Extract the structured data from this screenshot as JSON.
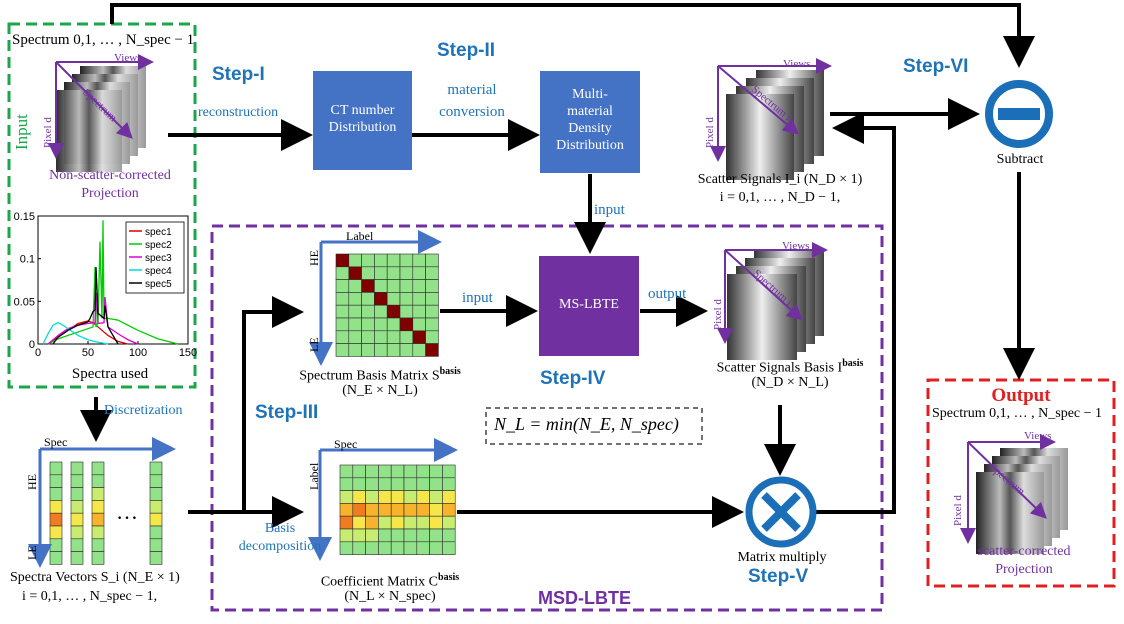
{
  "input": {
    "label": "Input",
    "spectrum_title": "Spectrum 0,1, … , N_spec − 1",
    "proj_axis_views": "Views",
    "proj_axis_spectrum": "Spectrum",
    "proj_axis_pixel": "Pixel d",
    "proj_caption_1": "Non-scatter-corrected",
    "proj_caption_2": "Projection",
    "spectra_caption": "Spectra used"
  },
  "chart_data": {
    "type": "line",
    "title": "",
    "xlabel": "Spectra used",
    "ylabel": "",
    "xlim": [
      0,
      150
    ],
    "ylim": [
      0,
      0.15
    ],
    "xticks": [
      "0",
      "50",
      "100",
      "150"
    ],
    "yticks": [
      "0",
      "0.05",
      "0.1",
      "0.15"
    ],
    "legend_position": "top-right",
    "series": [
      {
        "name": "spec1",
        "color": "#e00000",
        "x": [
          10,
          20,
          30,
          40,
          50,
          55,
          60,
          70,
          80,
          90
        ],
        "y": [
          0,
          0.008,
          0.016,
          0.024,
          0.027,
          0.025,
          0.02,
          0.01,
          0.003,
          0
        ]
      },
      {
        "name": "spec2",
        "color": "#00cc00",
        "x": [
          10,
          20,
          40,
          55,
          57,
          58,
          60,
          62,
          64,
          65,
          66,
          70,
          80,
          100,
          120,
          140
        ],
        "y": [
          0,
          0.006,
          0.014,
          0.02,
          0.09,
          0.02,
          0.025,
          0.12,
          0.03,
          0.145,
          0.03,
          0.03,
          0.028,
          0.016,
          0.006,
          0
        ]
      },
      {
        "name": "spec3",
        "color": "#dd00dd",
        "x": [
          10,
          20,
          30,
          40,
          50,
          57,
          58,
          60,
          66,
          67,
          70,
          80,
          90,
          100
        ],
        "y": [
          0,
          0.01,
          0.018,
          0.022,
          0.024,
          0.025,
          0.06,
          0.024,
          0.025,
          0.055,
          0.02,
          0.012,
          0.005,
          0
        ]
      },
      {
        "name": "spec4",
        "color": "#00dddd",
        "x": [
          5,
          10,
          15,
          20,
          25,
          30,
          40,
          50,
          60,
          70
        ],
        "y": [
          0,
          0.012,
          0.022,
          0.025,
          0.022,
          0.018,
          0.01,
          0.005,
          0.002,
          0
        ]
      },
      {
        "name": "spec5",
        "color": "#000000",
        "x": [
          15,
          20,
          30,
          40,
          50,
          52,
          55,
          57,
          58,
          60,
          66,
          67,
          70,
          80
        ],
        "y": [
          0,
          0.008,
          0.016,
          0.022,
          0.026,
          0.03,
          0.038,
          0.04,
          0.09,
          0.036,
          0.03,
          0.045,
          0.02,
          0
        ]
      }
    ]
  },
  "steps": {
    "step1": "Step-I",
    "step2": "Step-II",
    "step3": "Step-III",
    "step4": "Step-IV",
    "step5": "Step-V",
    "step6": "Step-VI"
  },
  "flow_labels": {
    "reconstruction": "reconstruction",
    "material_1": "material",
    "material_2": "conversion",
    "input_top": "input",
    "input_mid": "input",
    "output_mid": "output",
    "discretization": "Discretization",
    "basis_1": "Basis",
    "basis_2": "decomposition"
  },
  "boxes": {
    "ct_1": "CT number",
    "ct_2": "Distribution",
    "mm_1": "Multi-",
    "mm_2": "material",
    "mm_3": "Density",
    "mm_4": "Distribution",
    "mslbte": "MS-LBTE"
  },
  "scatter_top": {
    "views": "Views",
    "spectrum": "Spectrum i",
    "pixel": "Pixel d",
    "caption_1": "Scatter Signals I_i (N_D × 1)",
    "caption_2": "i = 0,1, … , N_D − 1,"
  },
  "subtract": {
    "label": "Subtract"
  },
  "basis_matrix": {
    "label": "Label",
    "he": "HE",
    "le": "LE",
    "caption_1": "Spectrum Basis Matrix S",
    "caption_sup": "basis",
    "caption_2": "(N_E × N_L)"
  },
  "coef_matrix": {
    "spec": "Spec",
    "label": "Label",
    "caption_1": "Coefficient Matrix C",
    "caption_sup": "basis",
    "caption_2": "(N_L × N_spec)"
  },
  "vectors": {
    "spec": "Spec",
    "he": "HE",
    "le": "LE",
    "dots": "…",
    "caption_1": "Spectra Vectors S_i (N_E × 1)",
    "caption_2": "i = 0,1, … , N_spec − 1,"
  },
  "scatter_basis": {
    "views": "Views",
    "spectrum": "Spectrum i",
    "pixel": "Pixel d",
    "caption_1": "Scatter Signals Basis I",
    "caption_sup": "basis",
    "caption_2": "(N_D × N_L)"
  },
  "formula": "N_L = min(N_E, N_spec)",
  "multiply": {
    "label": "Matrix multiply"
  },
  "msd": {
    "label": "MSD-LBTE"
  },
  "output": {
    "label": "Output",
    "spectrum_title": "Spectrum 0,1, … , N_spec − 1",
    "views": "Views",
    "spectrum": "Spectrum",
    "pixel": "Pixel d",
    "caption_1": "scatter-corrected",
    "caption_2": "Projection"
  },
  "colors": {
    "step_blue": "#1f73b7",
    "box_blue": "#4472c4",
    "ms_purple": "#7030a0",
    "input_green": "#1aa64a",
    "output_red": "#e02020",
    "cell_green": "#92e28a"
  }
}
